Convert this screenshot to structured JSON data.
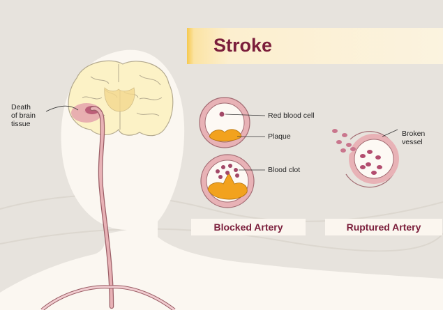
{
  "title": "Stroke",
  "labels": {
    "death_of_brain_tissue": [
      "Death",
      "of brain",
      "tissue"
    ],
    "red_blood_cell": "Red blood cell",
    "plaque": "Plaque",
    "blood_clot": "Blood clot",
    "broken_vessel": [
      "Broken",
      "vessel"
    ]
  },
  "captions": {
    "blocked_artery": "Blocked Artery",
    "ruptured_artery": "Ruptured Artery"
  },
  "colors": {
    "background": "#e7e3dd",
    "silhouette": "#fbf7f1",
    "brain": "#fcf2c6",
    "vessel": "#e8b2b6",
    "blood_cell": "#a24867",
    "plaque": "#f2a21e",
    "title_text": "#7b1e3b",
    "title_bar": "#f6c94e"
  }
}
